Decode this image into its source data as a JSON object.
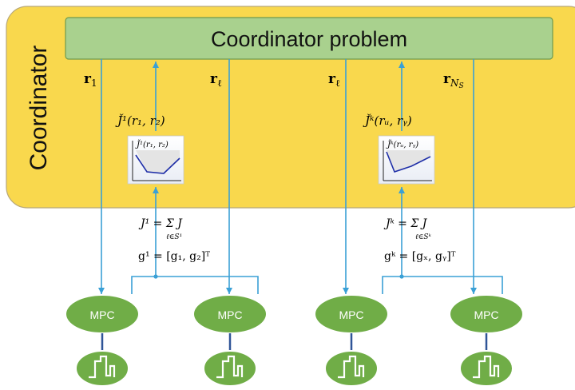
{
  "coordinator_label": "Coordinator",
  "problem_title": "Coordinator problem",
  "colors": {
    "coordinator_fill": "#f9d84d",
    "coordinator_border": "#b8a878",
    "problem_fill": "#a9d18e",
    "problem_border": "#6e9a4f",
    "mpc_fill": "#70ad47",
    "arrow": "#3aa0d6",
    "node_line": "#2f5597",
    "plot_line": "#1f2fa8"
  },
  "icons": [
    "step-signal-icon"
  ],
  "signals": {
    "r1": {
      "base": "r",
      "sub": "1"
    },
    "rl_left": {
      "base": "r",
      "sub": "ℓ"
    },
    "rl_right": {
      "base": "r",
      "sub": "ℓ"
    },
    "rNs": {
      "base": "r",
      "sub": "N",
      "subsub": "S"
    }
  },
  "cost_left": {
    "label": "J̌¹(r₁, r₂)",
    "plot_label": "J̌¹(r₁, r₂)",
    "sum": "J¹ = Σ J",
    "sum_index": "ℓ∈S¹",
    "gradient": "g¹ = [g₁, g₂]ᵀ"
  },
  "cost_right": {
    "label": "J̌ᵏ(rᵤ, rᵧ)",
    "plot_label": "J̌ᵏ(rᵤ, rᵧ)",
    "sum": "Jᵏ = Σ J",
    "sum_index": "ℓ∈Sᵏ",
    "gradient": "gᵏ = [gₓ, gᵧ]ᵀ"
  },
  "mpc_nodes": [
    {
      "label": "MPC"
    },
    {
      "label": "MPC"
    },
    {
      "label": "MPC"
    },
    {
      "label": "MPC"
    }
  ]
}
